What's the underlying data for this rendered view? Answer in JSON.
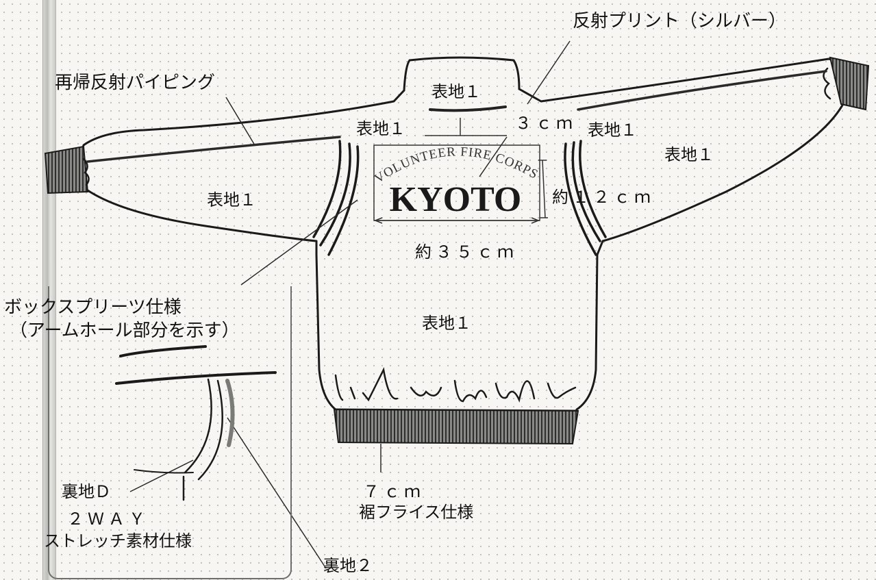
{
  "labels": {
    "reflective_print": "反射プリント（シルバー）",
    "retro_piping": "再帰反射パイピング",
    "fabric_collar": "表地１",
    "fabric_left_shoulder": "表地１",
    "fabric_right_shoulder": "表地１",
    "fabric_right_sleeve": "表地１",
    "fabric_left_sleeve": "表地１",
    "fabric_body": "表地１",
    "dim_3cm": "３ｃｍ",
    "dim_12cm": "約１２ｃｍ",
    "dim_35cm": "約３５ｃｍ",
    "box_pleat_line1": "ボックスプリーツ仕様",
    "box_pleat_line2": "（アームホール部分を示す）",
    "lining_d": "裏地Ｄ",
    "two_way": "２ＷＡＹ",
    "stretch_material": "ストレッチ素材仕様",
    "lining_2": "裏地２",
    "hem_7cm": "７ｃｍ",
    "hem_rib": "裾フライス仕様"
  },
  "print_panel": {
    "arc_text": "VOLUNTEER FIRE CORPS",
    "main_text": "KYOTO"
  },
  "colors": {
    "ink": "#1a1a1a",
    "paper": "#f7f6f2",
    "rib": "#3a3a3a"
  }
}
